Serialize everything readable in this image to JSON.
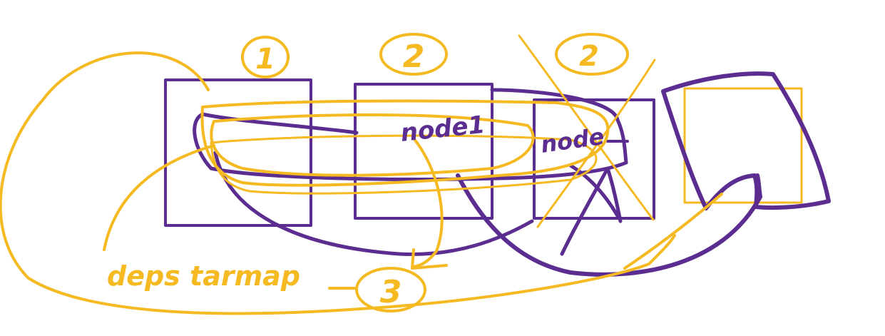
{
  "colors": {
    "ink_purple": "#5b2d90",
    "ink_yellow": "#f5b921",
    "background": "#ffffff"
  },
  "labels": {
    "step_1": "1",
    "step_2": "2",
    "step_2b": "2",
    "step_3": "3",
    "node_1": "node1",
    "node_2": "node",
    "annotation": "deps tarmap"
  }
}
